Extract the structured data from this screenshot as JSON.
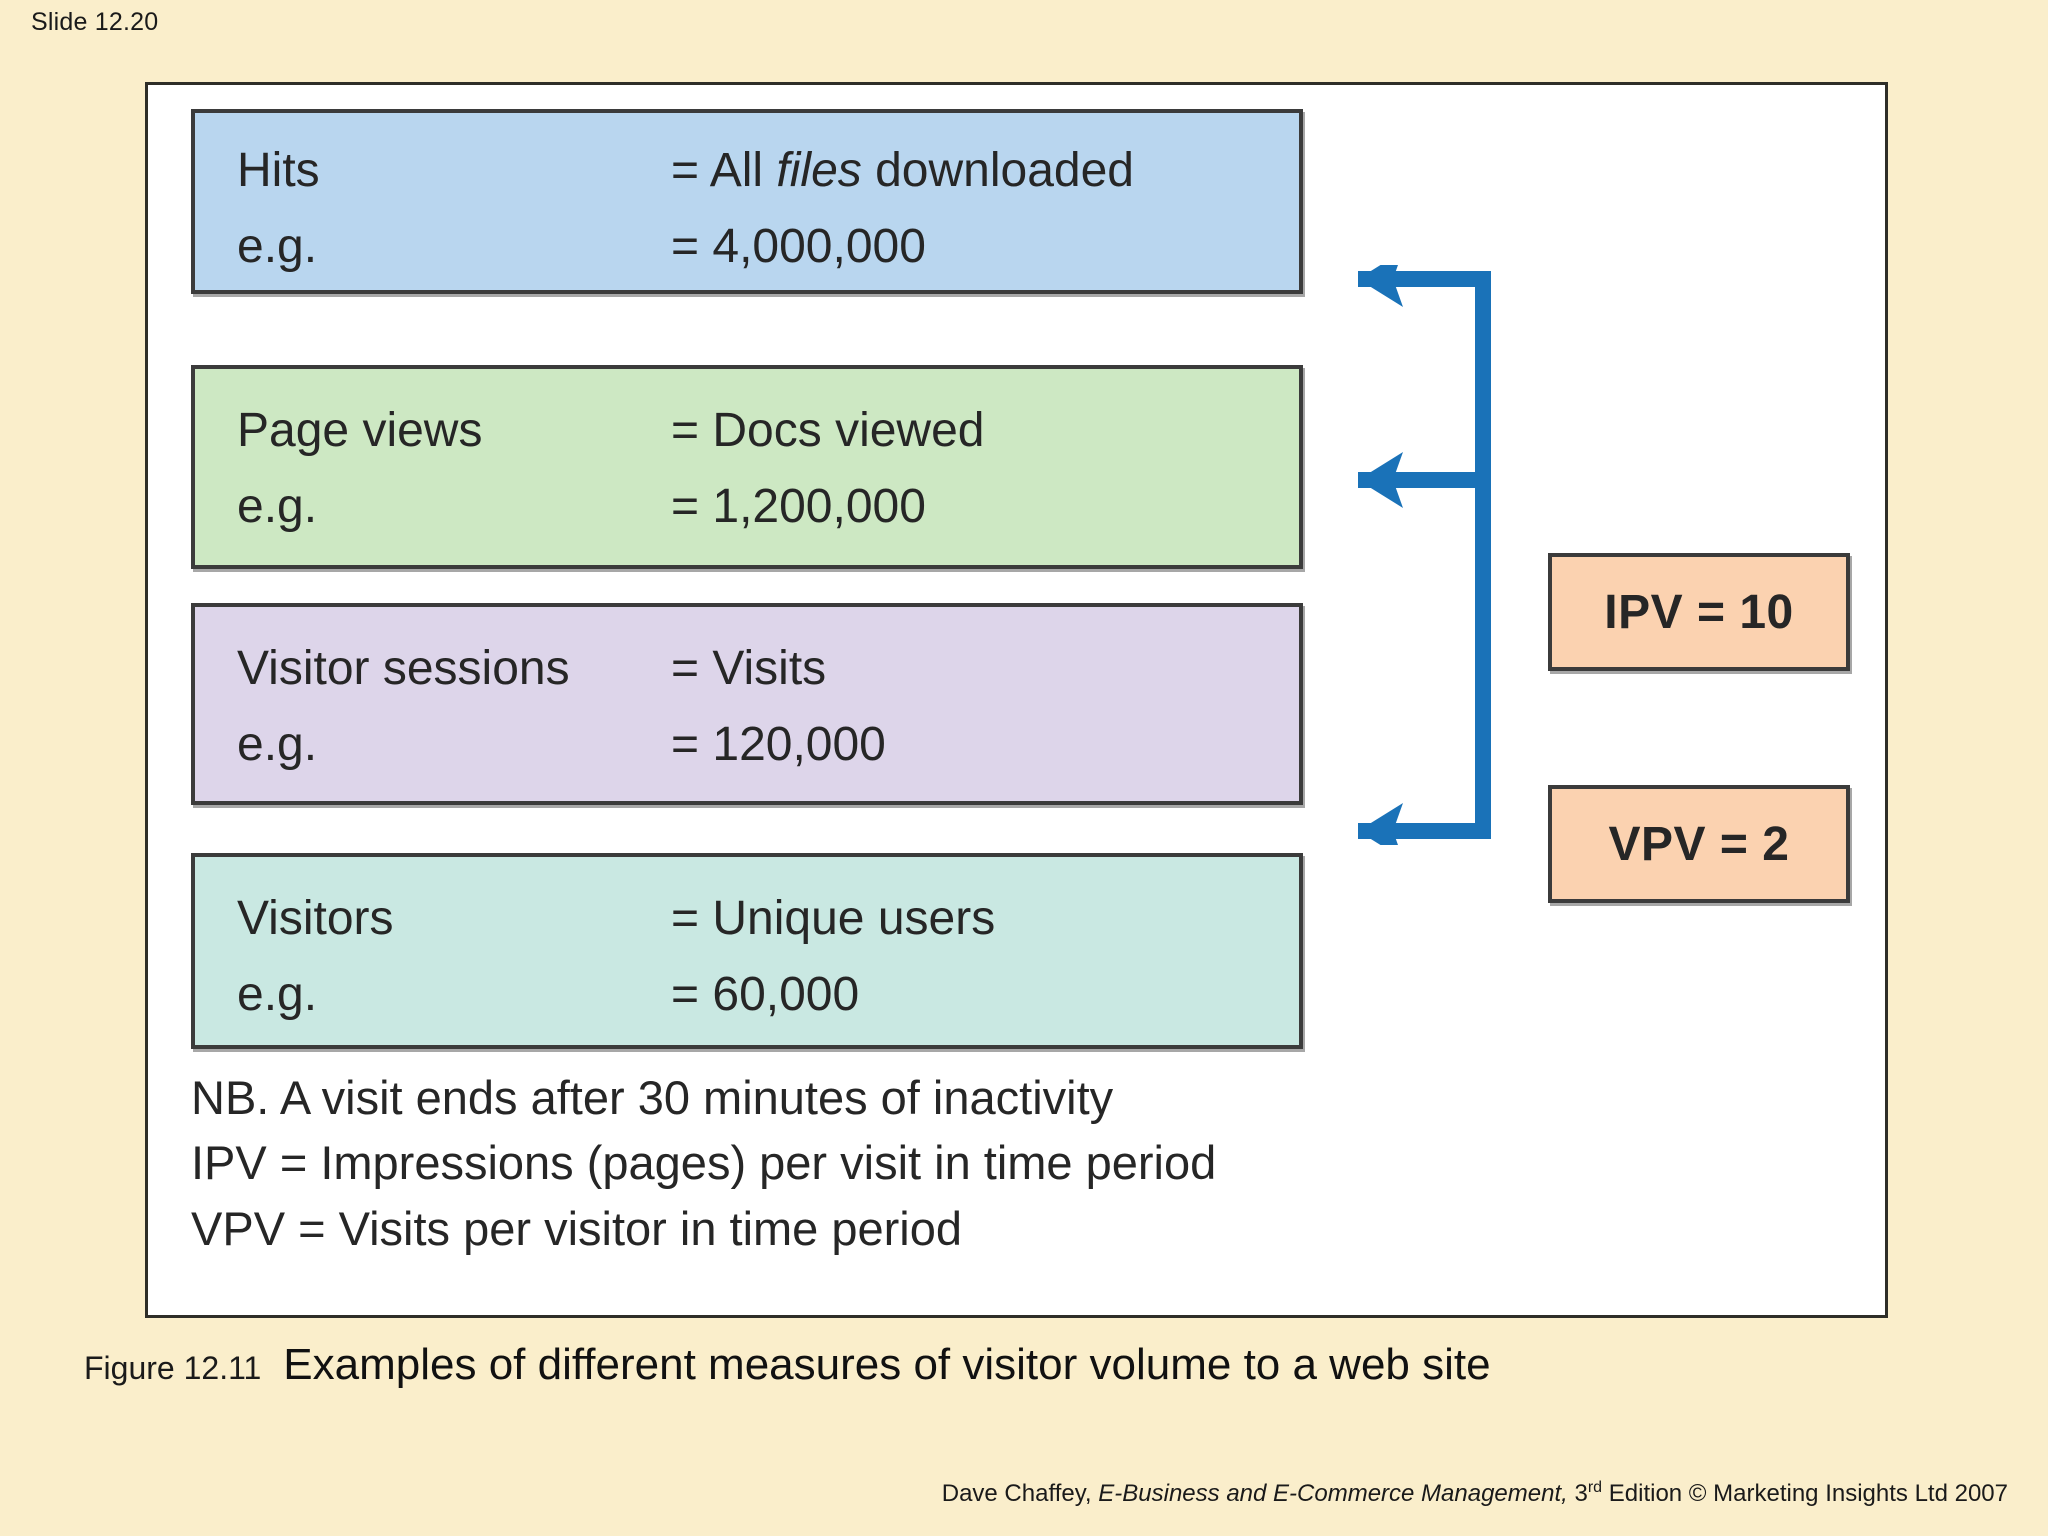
{
  "slide": {
    "number": "Slide 12.20"
  },
  "figure": {
    "metrics": [
      {
        "name": "Hits",
        "eg_label": "e.g.",
        "definition_prefix": "= All ",
        "definition_em": "files",
        "definition_suffix": " downloaded",
        "value": "= 4,000,000",
        "color": "#b9d6ef"
      },
      {
        "name": "Page views",
        "eg_label": "e.g.",
        "definition_prefix": "= Docs viewed",
        "definition_em": "",
        "definition_suffix": "",
        "value": "= 1,200,000",
        "color": "#cde8c3"
      },
      {
        "name": "Visitor sessions",
        "eg_label": "e.g.",
        "definition_prefix": "= Visits",
        "definition_em": "",
        "definition_suffix": "",
        "value": "= 120,000",
        "color": "#ddd5ea"
      },
      {
        "name": "Visitors",
        "eg_label": "e.g.",
        "definition_prefix": "= Unique users",
        "definition_em": "",
        "definition_suffix": "",
        "value": "= 60,000",
        "color": "#c9e8e2"
      }
    ],
    "ratios": [
      {
        "label": "IPV = 10"
      },
      {
        "label": "VPV = 2"
      }
    ],
    "notes": [
      "NB. A visit ends after 30 minutes of inactivity",
      "IPV = Impressions (pages) per visit in time period",
      "VPV = Visits per visitor in time period"
    ],
    "connector_color": "#1a72b8"
  },
  "caption": {
    "figure_label": "Figure 12.11",
    "title": "Examples of different measures of visitor volume to a web site"
  },
  "footer": {
    "author": "Dave Chaffey,",
    "book_title": "E-Business and E-Commerce Management,",
    "edition_number": "3",
    "edition_ordinal": "rd",
    "edition_rest": "Edition © Marketing Insights Ltd 2007"
  },
  "colors": {
    "page_background": "#faeecb",
    "frame_background": "#ffffff",
    "border": "#3b3b3b",
    "ratio_box": "#fbd2b0",
    "arrow_blue": "#1a72b8"
  }
}
